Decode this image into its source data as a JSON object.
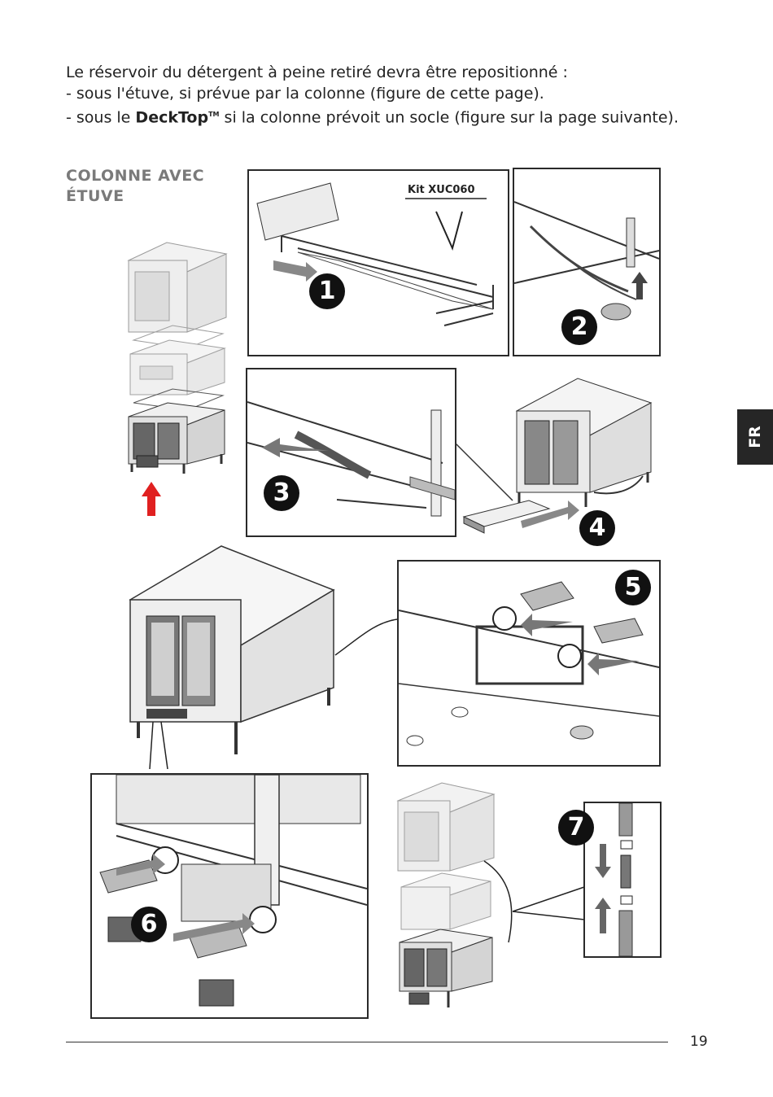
{
  "intro": {
    "line1": "Le réservoir du détergent à peine retiré devra être repositionné :",
    "line2": "- sous l'étuve, si prévue par la colonne (figure de cette page).",
    "line3_prefix": "- sous le ",
    "line3_brand": "DeckTop",
    "line3_tm": "TM",
    "line3_suffix": " si la colonne prévoit un socle (figure sur la page suivante)."
  },
  "section": {
    "title_line1": "COLONNE AVEC",
    "title_line2": "ÉTUVE"
  },
  "lang_tab": "FR",
  "kit_label": "Kit XUC060",
  "steps": [
    "1",
    "2",
    "3",
    "4",
    "5",
    "6",
    "7"
  ],
  "page_number": "19",
  "colors": {
    "arrow_red": "#e02020",
    "badge_bg": "#111111",
    "tab_bg": "#262626",
    "line": "#2a2a2a",
    "gray_panel": "#cfcfcf"
  }
}
